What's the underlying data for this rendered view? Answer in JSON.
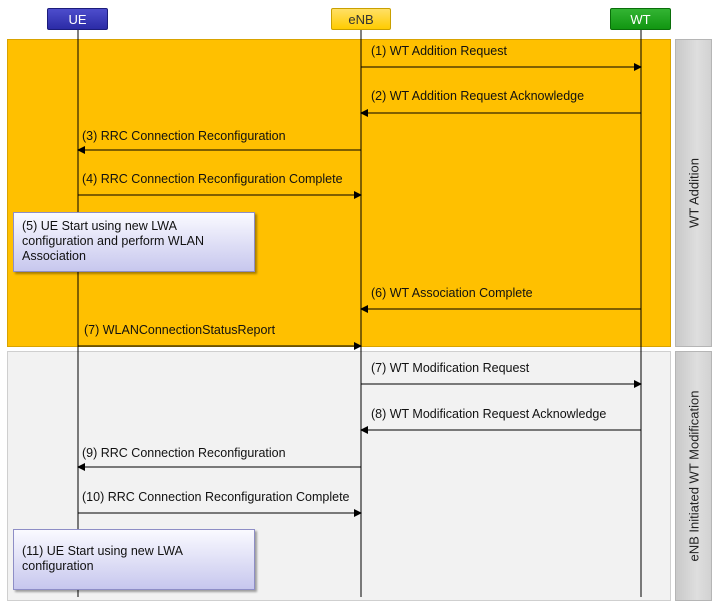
{
  "entities": {
    "ue": "UE",
    "enb": "eNB",
    "wt": "WT"
  },
  "phases": {
    "addition": "WT Addition",
    "modification": "eNB Initiated WT Modification"
  },
  "messages": [
    {
      "label": "(1) WT Addition Request",
      "from": "enb",
      "to": "wt"
    },
    {
      "label": "(2) WT Addition Request Acknowledge",
      "from": "wt",
      "to": "enb"
    },
    {
      "label": "(3) RRC Connection Reconfiguration",
      "from": "enb",
      "to": "ue"
    },
    {
      "label": "(4) RRC Connection Reconfiguration Complete",
      "from": "ue",
      "to": "enb"
    },
    {
      "label": "(6) WT Association Complete",
      "from": "wt",
      "to": "enb"
    },
    {
      "label": "(7) WLANConnectionStatusReport",
      "from": "ue",
      "to": "enb"
    },
    {
      "label": "(7) WT Modification Request",
      "from": "enb",
      "to": "wt"
    },
    {
      "label": "(8) WT Modification Request Acknowledge",
      "from": "wt",
      "to": "enb"
    },
    {
      "label": "(9) RRC Connection Reconfiguration",
      "from": "enb",
      "to": "ue"
    },
    {
      "label": "(10) RRC Connection Reconfiguration Complete",
      "from": "ue",
      "to": "enb"
    }
  ],
  "notes": [
    "(5) UE Start using new LWA configuration and perform WLAN Association",
    "(11) UE Start using new LWA configuration"
  ],
  "colors": {
    "addition_band": "#FFC000",
    "modification_band": "#F2F2F2",
    "ue": "#2B2BA6",
    "enb": "#FFCC00",
    "wt": "#119611"
  }
}
